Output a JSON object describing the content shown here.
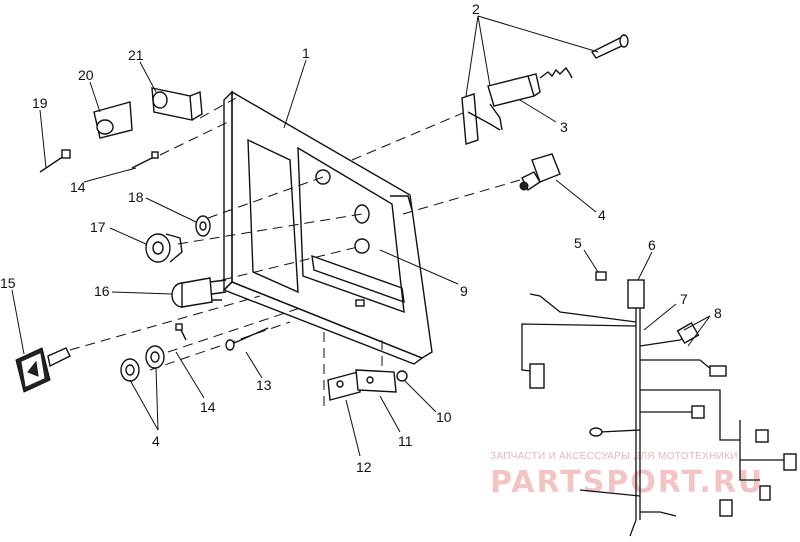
{
  "callouts": {
    "c1": "1",
    "c2": "2",
    "c3": "3",
    "c4a": "4",
    "c4b": "4",
    "c5": "5",
    "c6": "6",
    "c7": "7",
    "c8": "8",
    "c9": "9",
    "c10": "10",
    "c11": "11",
    "c12": "12",
    "c13": "13",
    "c14a": "14",
    "c14b": "14",
    "c15": "15",
    "c16": "16",
    "c17": "17",
    "c18": "18",
    "c19": "19",
    "c20": "20",
    "c21": "21"
  },
  "watermark": {
    "tagline": "ЗАПЧАСТИ И АКСЕССУАРЫ ДЛЯ МОТОТЕХНИКИ",
    "brand": "PARTSPORT.RU"
  }
}
